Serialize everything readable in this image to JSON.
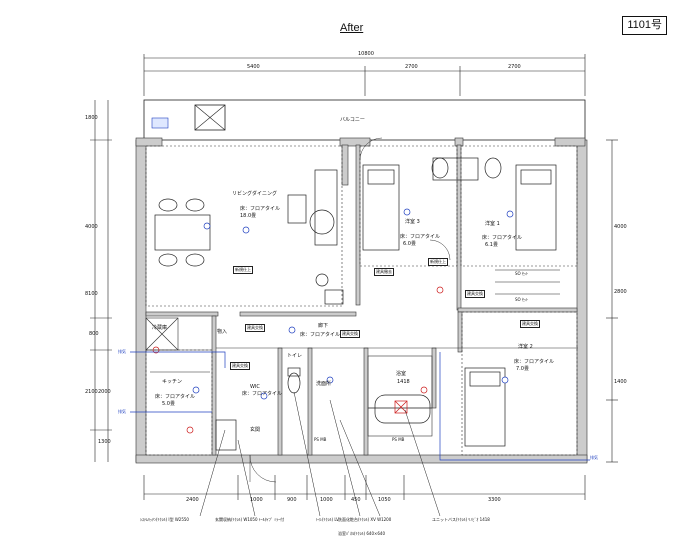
{
  "header": {
    "title": "After",
    "unit_no": "1101号"
  },
  "dimensions": {
    "top_total": "10800",
    "top_segments": [
      "5400",
      "2700",
      "2700"
    ],
    "left_total": "8100",
    "left_segments": [
      "1800",
      "4000",
      "800",
      "2100",
      "2000",
      "1300"
    ],
    "right_segments": [
      "4000",
      "2800",
      "1400"
    ],
    "bottom_segments": [
      "2400",
      "1000",
      "900",
      "1000",
      "450",
      "1050",
      "3300"
    ]
  },
  "rooms": {
    "ldk": {
      "name": "リビングダイニング",
      "area": "18.0畳",
      "finish": "床：フロアタイル"
    },
    "balcony": {
      "name": "バルコニー"
    },
    "bedroom3": {
      "name": "洋室 3",
      "area": "6.0畳",
      "finish": "床：フロアタイル"
    },
    "bedroom1": {
      "name": "洋室 1",
      "area": "6.1畳",
      "finish": "床：フロアタイル"
    },
    "bedroom2": {
      "name": "洋室 2",
      "area": "7.0畳",
      "finish": "床：フロアタイル"
    },
    "kitchen": {
      "name": "キッチン",
      "area": "5.0畳",
      "finish": "床：フロアタイル"
    },
    "hall": {
      "name": "廊下",
      "finish": "床：フロアタイル"
    },
    "toilet": {
      "name": "トイレ"
    },
    "washroom": {
      "name": "洗面所"
    },
    "bath": {
      "name": "浴室",
      "size": "1418"
    },
    "entrance": {
      "name": "玄関"
    },
    "wic": {
      "name": "WIC",
      "finish": "床：フロアタイル"
    },
    "storage": {
      "name": "物入"
    },
    "fridge": {
      "name": "冷蔵庫"
    }
  },
  "tags": {
    "finish_new": "新規仕上",
    "change": "建具交換",
    "closet": "建具撤去",
    "shelf": "SO ｾｯﾄ",
    "ps": "PS MB",
    "exhaust": "排気"
  },
  "notes": [
    "ｼｽﾃﾑｷｯﾁﾝ(ﾘｸｼﾙ) I型 W2550",
    "玄関収納(ﾘｸｼﾙ) W1050 ﾄｰﾙﾀｲﾌﾟ ﾐﾗｰ付",
    "ﾄｲﾚ(ﾘｸｼﾙ) LV",
    "洗面化粧台(ﾘｸｼﾙ) XV W1200",
    "浴室ﾊﾟﾈﾙ(ﾘｸｼﾙ) 640×640",
    "ユニットバス(ﾘｸｼﾙ) ﾘﾉﾋﾞｵ 1418"
  ]
}
